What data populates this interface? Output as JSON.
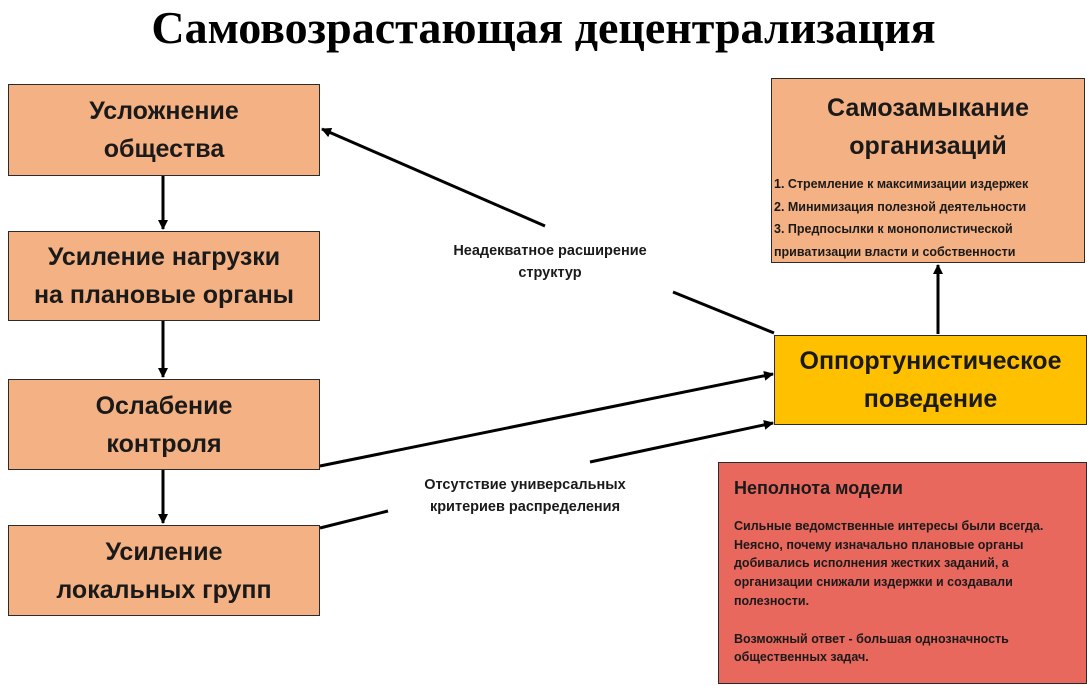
{
  "title": "Самовозрастающая децентрализация",
  "boxes": {
    "complication": [
      "Усложнение",
      "общества"
    ],
    "load": [
      "Усиление нагрузки",
      "на плановые органы"
    ],
    "control": [
      "Ослабение",
      "контроля"
    ],
    "local": [
      "Усиление",
      "локальных групп"
    ],
    "opportunistic": [
      "Оппортунистическое",
      "поведение"
    ],
    "selfclosing": {
      "title": [
        "Самозамыкание",
        "организаций"
      ],
      "items": [
        "1. Стремление к максимизации издержек",
        "2. Минимизация полезной деятельности",
        "3. Предпосылки к монополистической",
        "приватизации власти и собственности"
      ]
    }
  },
  "labels": {
    "inadequate": [
      "Неадекватное расширение",
      "структур"
    ],
    "absence": [
      "Отсутствие универсальных",
      "критериев распределения"
    ]
  },
  "model_note": {
    "title": "Неполнота модели",
    "paragraph1": "Сильные ведомственные интересы были всегда. Неясно, почему изначально плановые органы добивались исполнения жестких заданий, а организации снижали издержки и создавали полезности.",
    "paragraph2": "Возможный ответ - большая однозначность общественных задач."
  },
  "colors": {
    "orange_box": "#f4b183",
    "yellow_box": "#ffc000",
    "red_box": "#e8685e"
  }
}
